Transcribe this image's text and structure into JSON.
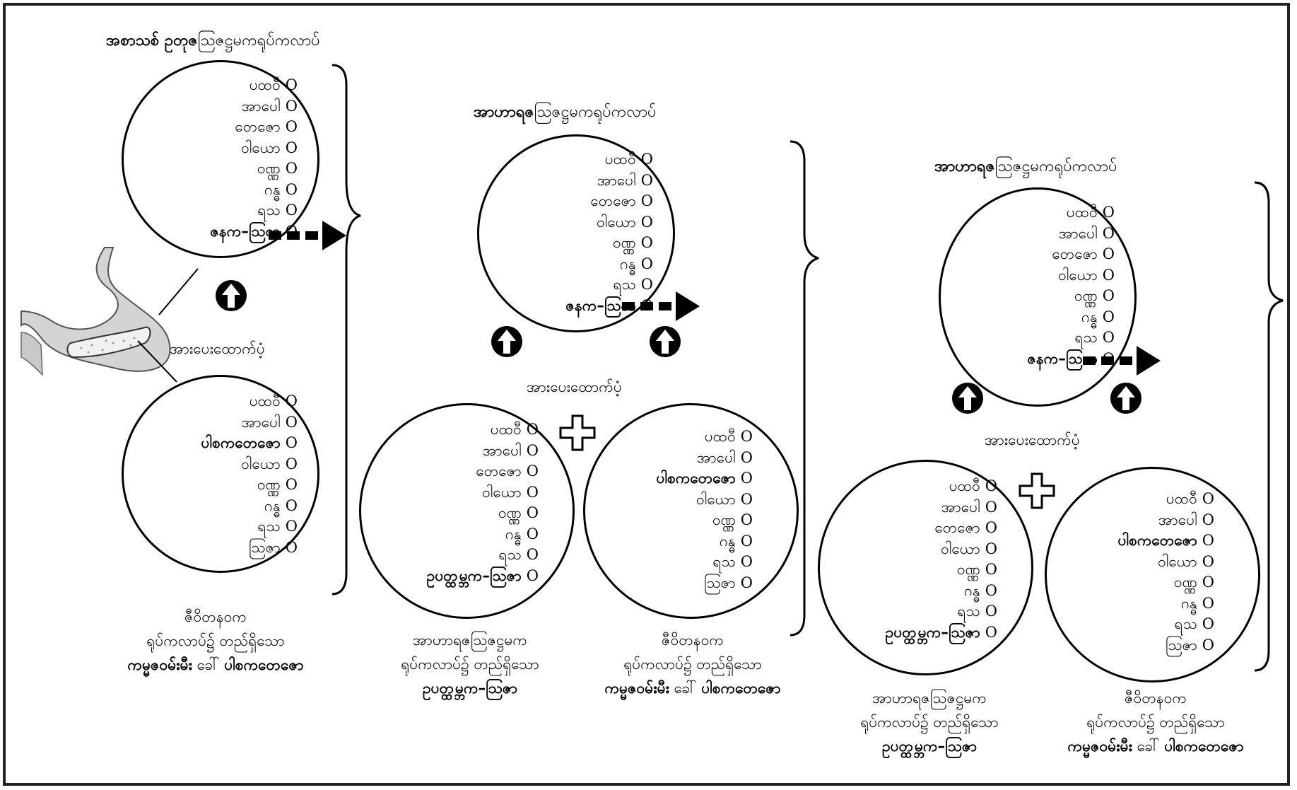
{
  "column1": {
    "title_bold": "အစာသစ် ဥတုဇ",
    "title_rest": "သြဇဋ္ဌမကရုပ်ကလာပ်",
    "circle_top": [
      {
        "k": "ပထဝီ",
        "v": "O",
        "bold": false
      },
      {
        "k": "အာပေါ",
        "v": "O",
        "bold": false
      },
      {
        "k": "တေဇော",
        "v": "O",
        "bold": false
      },
      {
        "k": "ဝါယော",
        "v": "O",
        "bold": false
      },
      {
        "k": "ဝဏ္ဏ",
        "v": "O",
        "bold": false
      },
      {
        "k": "ဂန္ဓ",
        "v": "O",
        "bold": false
      },
      {
        "k": "ရသ",
        "v": "O",
        "bold": false
      },
      {
        "k": "ဇနက–သြဇာ",
        "v": "O",
        "bold": true
      }
    ],
    "organ_label": "အားပေးထောက်ပံ့",
    "circle_bottom": [
      {
        "k": "ပထဝီ",
        "v": "O",
        "bold": false
      },
      {
        "k": "အာပေါ",
        "v": "O",
        "bold": false
      },
      {
        "k": "ပါစကတေဇော",
        "v": "O",
        "bold": true
      },
      {
        "k": "ဝါယော",
        "v": "O",
        "bold": false
      },
      {
        "k": "ဝဏ္ဏ",
        "v": "O",
        "bold": false
      },
      {
        "k": "ဂန္ဓ",
        "v": "O",
        "bold": false
      },
      {
        "k": "ရသ",
        "v": "O",
        "bold": false
      },
      {
        "k": "သြဇာ",
        "v": "O",
        "bold": false
      }
    ],
    "caption_line1": "ဇီဝိတနဝက",
    "caption_line2": "ရုပ်ကလာပ်၌ တည်ရှိသော",
    "caption_line3_bold_a": "ကမ္မဇဝမ်းမီး",
    "caption_line3_mid": " ခေါ် ",
    "caption_line3_bold_b": "ပါစကတေဇော"
  },
  "column2": {
    "title_bold": "အာဟာရဇ",
    "title_rest": "သြဇဋ္ဌမကရုပ်ကလာပ်",
    "circle_top": [
      {
        "k": "ပထဝီ",
        "v": "O",
        "bold": false
      },
      {
        "k": "အာပေါ",
        "v": "O",
        "bold": false
      },
      {
        "k": "တေဇော",
        "v": "O",
        "bold": false
      },
      {
        "k": "ဝါယော",
        "v": "O",
        "bold": false
      },
      {
        "k": "ဝဏ္ဏ",
        "v": "O",
        "bold": false
      },
      {
        "k": "ဂန္ဓ",
        "v": "O",
        "bold": false
      },
      {
        "k": "ရသ",
        "v": "O",
        "bold": false
      },
      {
        "k": "ဇနက–သြဇာ",
        "v": "O",
        "bold": true
      }
    ],
    "support_label": "အားပေးထောက်ပံ့",
    "circle_left": [
      {
        "k": "ပထဝီ",
        "v": "O",
        "bold": false
      },
      {
        "k": "အာပေါ",
        "v": "O",
        "bold": false
      },
      {
        "k": "တေဇော",
        "v": "O",
        "bold": false
      },
      {
        "k": "ဝါယော",
        "v": "O",
        "bold": false
      },
      {
        "k": "ဝဏ္ဏ",
        "v": "O",
        "bold": false
      },
      {
        "k": "ဂန္ဓ",
        "v": "O",
        "bold": false
      },
      {
        "k": "ရသ",
        "v": "O",
        "bold": false
      },
      {
        "k": "ဥပတ္ထမ္ဘက–သြဇာ",
        "v": "O",
        "bold": true
      }
    ],
    "circle_right": [
      {
        "k": "ပထဝီ",
        "v": "O",
        "bold": false
      },
      {
        "k": "အာပေါ",
        "v": "O",
        "bold": false
      },
      {
        "k": "ပါစကတေဇော",
        "v": "O",
        "bold": true
      },
      {
        "k": "ဝါယော",
        "v": "O",
        "bold": false
      },
      {
        "k": "ဝဏ္ဏ",
        "v": "O",
        "bold": false
      },
      {
        "k": "ဂန္ဓ",
        "v": "O",
        "bold": false
      },
      {
        "k": "ရသ",
        "v": "O",
        "bold": false
      },
      {
        "k": "သြဇာ",
        "v": "O",
        "bold": false
      }
    ],
    "caption_left_line1": "အာဟာရဇသြဇဋ္ဌမက",
    "caption_left_line2": "ရုပ်ကလာပ်၌ တည်ရှိသော",
    "caption_left_line3": "ဥပတ္ထမ္ဘက–သြဇာ",
    "caption_right_line1": "ဇီဝိတနဝက",
    "caption_right_line2": "ရုပ်ကလာပ်၌ တည်ရှိသော",
    "caption_right_line3_bold_a": "ကမ္မဇဝမ်းမီး",
    "caption_right_line3_mid": " ခေါ် ",
    "caption_right_line3_bold_b": "ပါစကတေဇော"
  },
  "column3": {
    "title_bold": "အာဟာရဇ",
    "title_rest": "သြဇဋ္ဌမကရုပ်ကလာပ်",
    "circle_top": [
      {
        "k": "ပထဝီ",
        "v": "O",
        "bold": false
      },
      {
        "k": "အာပေါ",
        "v": "O",
        "bold": false
      },
      {
        "k": "တေဇော",
        "v": "O",
        "bold": false
      },
      {
        "k": "ဝါယော",
        "v": "O",
        "bold": false
      },
      {
        "k": "ဝဏ္ဏ",
        "v": "O",
        "bold": false
      },
      {
        "k": "ဂန္ဓ",
        "v": "O",
        "bold": false
      },
      {
        "k": "ရသ",
        "v": "O",
        "bold": false
      },
      {
        "k": "ဇနက–သြဇာ",
        "v": "O",
        "bold": true
      }
    ],
    "support_label": "အားပေးထောက်ပံ့",
    "circle_left": [
      {
        "k": "ပထဝီ",
        "v": "O",
        "bold": false
      },
      {
        "k": "အာပေါ",
        "v": "O",
        "bold": false
      },
      {
        "k": "တေဇော",
        "v": "O",
        "bold": false
      },
      {
        "k": "ဝါယော",
        "v": "O",
        "bold": false
      },
      {
        "k": "ဝဏ္ဏ",
        "v": "O",
        "bold": false
      },
      {
        "k": "ဂန္ဓ",
        "v": "O",
        "bold": false
      },
      {
        "k": "ရသ",
        "v": "O",
        "bold": false
      },
      {
        "k": "ဥပတ္ထမ္ဘက–သြဇာ",
        "v": "O",
        "bold": true
      }
    ],
    "circle_right": [
      {
        "k": "ပထဝီ",
        "v": "O",
        "bold": false
      },
      {
        "k": "အာပေါ",
        "v": "O",
        "bold": false
      },
      {
        "k": "ပါစကတေဇော",
        "v": "O",
        "bold": true
      },
      {
        "k": "ဝါယော",
        "v": "O",
        "bold": false
      },
      {
        "k": "ဝဏ္ဏ",
        "v": "O",
        "bold": false
      },
      {
        "k": "ဂန္ဓ",
        "v": "O",
        "bold": false
      },
      {
        "k": "ရသ",
        "v": "O",
        "bold": false
      },
      {
        "k": "သြဇာ",
        "v": "O",
        "bold": false
      }
    ],
    "caption_left_line1": "အာဟာရဇသြဇဋ္ဌမက",
    "caption_left_line2": "ရုပ်ကလာပ်၌ တည်ရှိသော",
    "caption_left_line3": "ဥပတ္ထမ္ဘက–သြဇာ",
    "caption_right_line1": "ဇီဝိတနဝက",
    "caption_right_line2": "ရုပ်ကလာပ်၌ တည်ရှိသော",
    "caption_right_line3_bold_a": "ကမ္မဇဝမ်းမီး",
    "caption_right_line3_mid": " ခေါ် ",
    "caption_right_line3_bold_b": "ပါစကတေဇော"
  },
  "icons": {
    "up_arrow": "circled-up-arrow-icon",
    "plus": "outlined-plus-icon",
    "right_arrow": "dashed-right-arrow-icon",
    "stomach": "stomach-illustration"
  }
}
